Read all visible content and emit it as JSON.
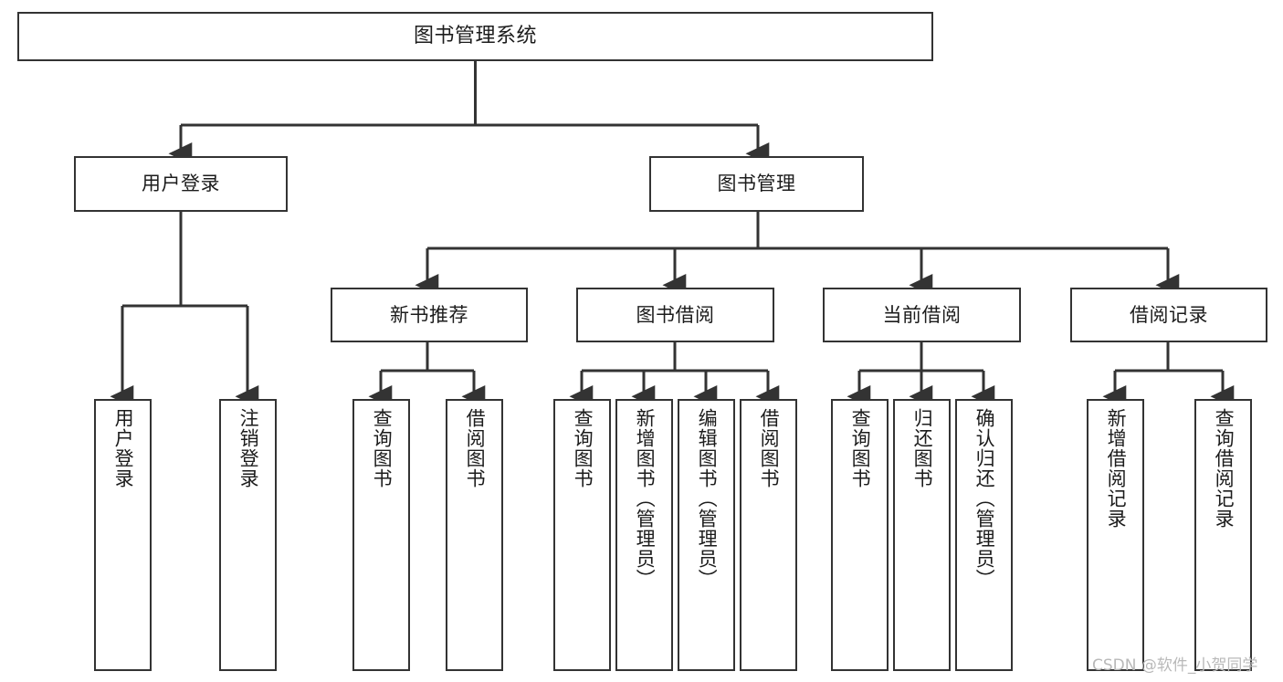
{
  "diagram": {
    "title": "图书管理系统",
    "type": "tree-hierarchy-chart",
    "watermark": "CSDN @软件_小贺同学",
    "colors": {
      "background": "#ffffff",
      "box_border": "#333333",
      "box_fill": "#ffffff",
      "text": "#1c1c1c",
      "edge": "#333333",
      "watermark": "#b9b9b9"
    },
    "nodes": {
      "root": {
        "label": "图书管理系统"
      },
      "level2": [
        {
          "label": "用户登录"
        },
        {
          "label": "图书管理"
        }
      ],
      "level3": [
        {
          "label": "新书推荐"
        },
        {
          "label": "图书借阅"
        },
        {
          "label": "当前借阅"
        },
        {
          "label": "借阅记录"
        }
      ],
      "leaves_user_login": [
        {
          "label": "用户登录"
        },
        {
          "label": "注销登录"
        }
      ],
      "leaves_new_book": [
        {
          "label": "查询图书"
        },
        {
          "label": "借阅图书"
        }
      ],
      "leaves_borrow": [
        {
          "label": "查询图书"
        },
        {
          "label": "新增图书（管理员）"
        },
        {
          "label": "编辑图书（管理员）"
        },
        {
          "label": "借阅图书"
        }
      ],
      "leaves_current": [
        {
          "label": "查询图书"
        },
        {
          "label": "归还图书"
        },
        {
          "label": "确认归还（管理员）"
        }
      ],
      "leaves_record": [
        {
          "label": "新增借阅记录"
        },
        {
          "label": "查询借阅记录"
        }
      ]
    }
  }
}
